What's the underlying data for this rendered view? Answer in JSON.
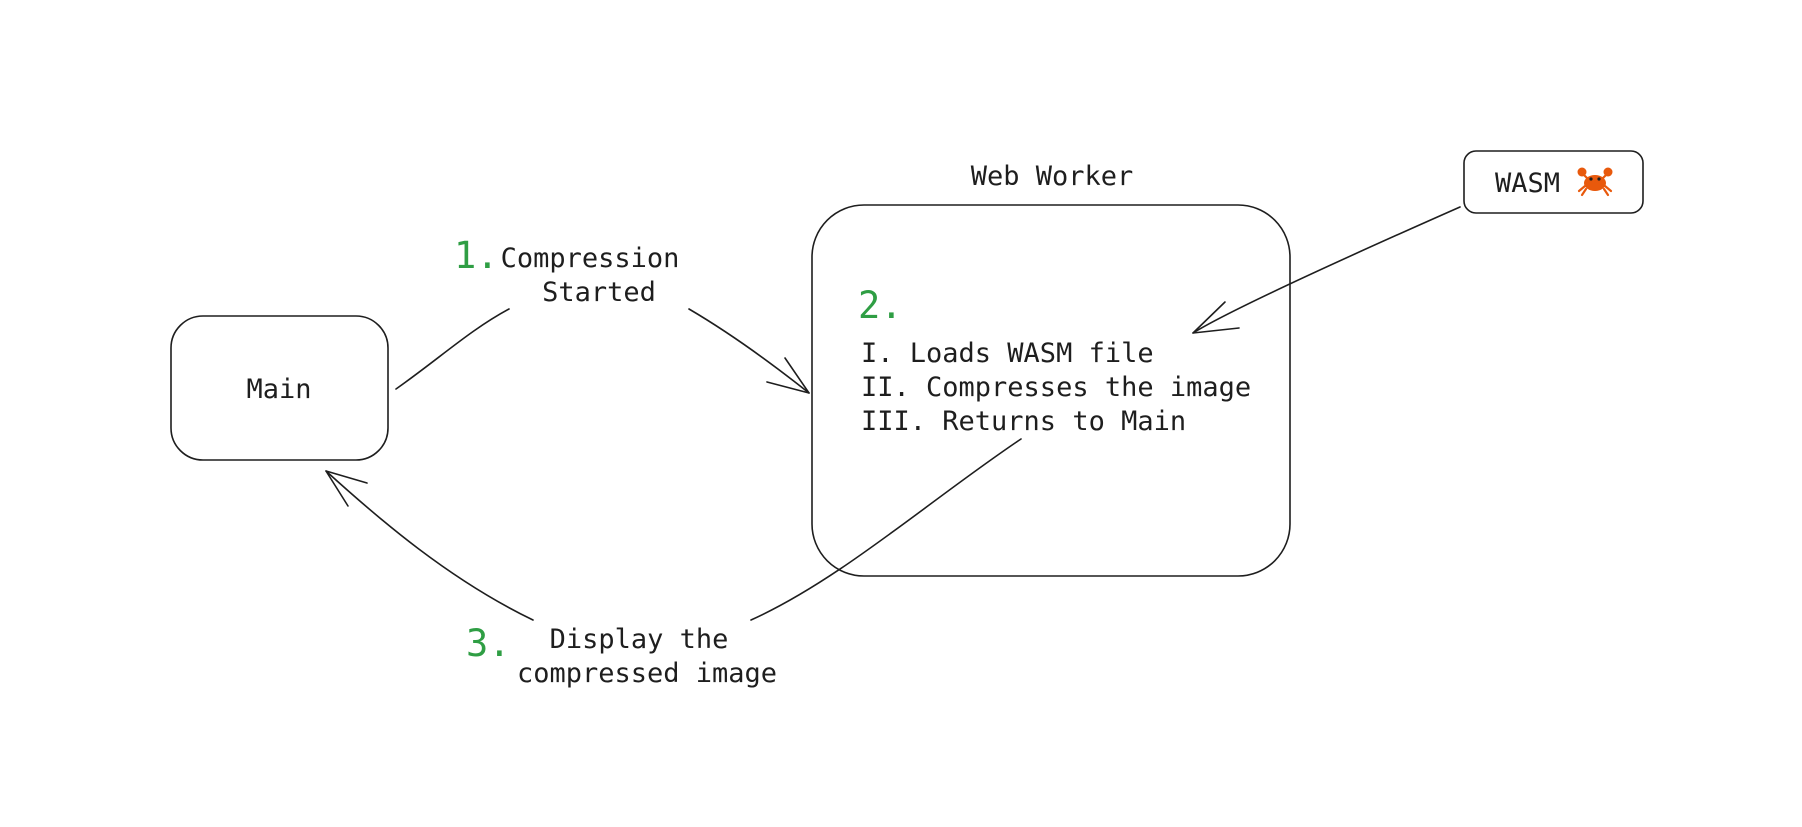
{
  "nodes": {
    "main": {
      "label": "Main"
    },
    "web_worker": {
      "title": "Web Worker",
      "step_number": "2.",
      "steps": [
        "I. Loads WASM file",
        "II. Compresses the image",
        "III. Returns to Main"
      ]
    },
    "wasm": {
      "label": "WASM",
      "icon": "crab-icon"
    }
  },
  "edges": {
    "compression_started": {
      "number": "1.",
      "lines": [
        "Compression",
        "Started"
      ]
    },
    "display_image": {
      "number": "3.",
      "lines": [
        "Display the",
        "compressed image"
      ]
    },
    "wasm_to_worker": {
      "label": ""
    }
  },
  "colors": {
    "step_number": "#2f9e44",
    "stroke": "#1e1e1e",
    "crab": "#e8590c"
  }
}
